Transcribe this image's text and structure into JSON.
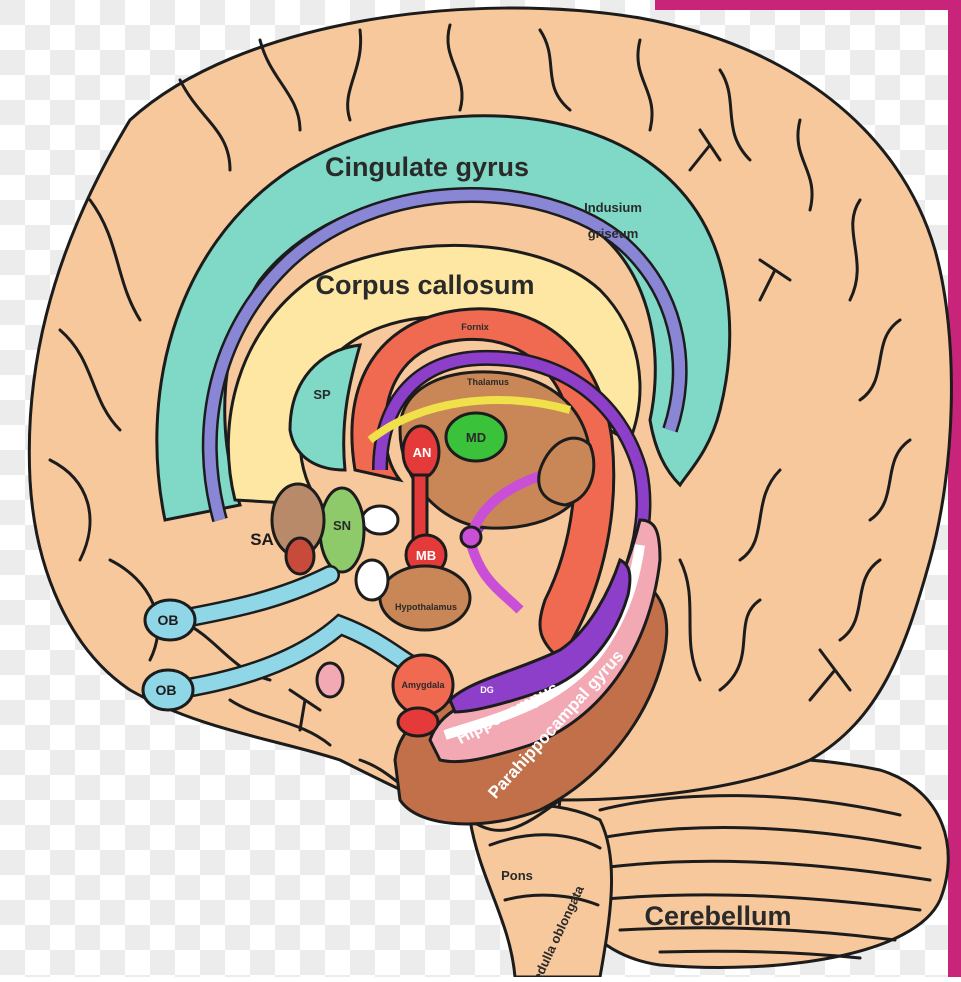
{
  "colors": {
    "brain": "#f7c89b",
    "cingulate": "#7fd9c6",
    "callosum": "#fde7a3",
    "indusium": "#8a86d6",
    "fornix": "#ef6a50",
    "thalamus": "#c98656",
    "hippocampus": "#f2a9b4",
    "parahippocampal": "#c2704a",
    "purple": "#8e3fc9",
    "green": "#39c23a",
    "olfactory": "#8fd6e6",
    "frame": "#c8247a"
  },
  "labels": {
    "cingulate_gyrus": "Cingulate gyrus",
    "indusium_line1": "Indusium",
    "indusium_line2": "griseum",
    "corpus_callosum": "Corpus callosum",
    "fornix": "Fornix",
    "thalamus": "Thalamus",
    "sp": "SP",
    "an": "AN",
    "md": "MD",
    "sa": "SA",
    "sn": "SN",
    "mb": "MB",
    "hypothalamus": "Hypothalamus",
    "ob_upper": "OB",
    "ob_lower": "OB",
    "amygdala": "Amygdala",
    "hippocampus": "Hippocampus",
    "parahippocampal_gyrus": "Parahippocampal gyrus",
    "pons": "Pons",
    "cerebellum": "Cerebellum",
    "medulla": "Medulla oblongata",
    "dg": "DG"
  }
}
